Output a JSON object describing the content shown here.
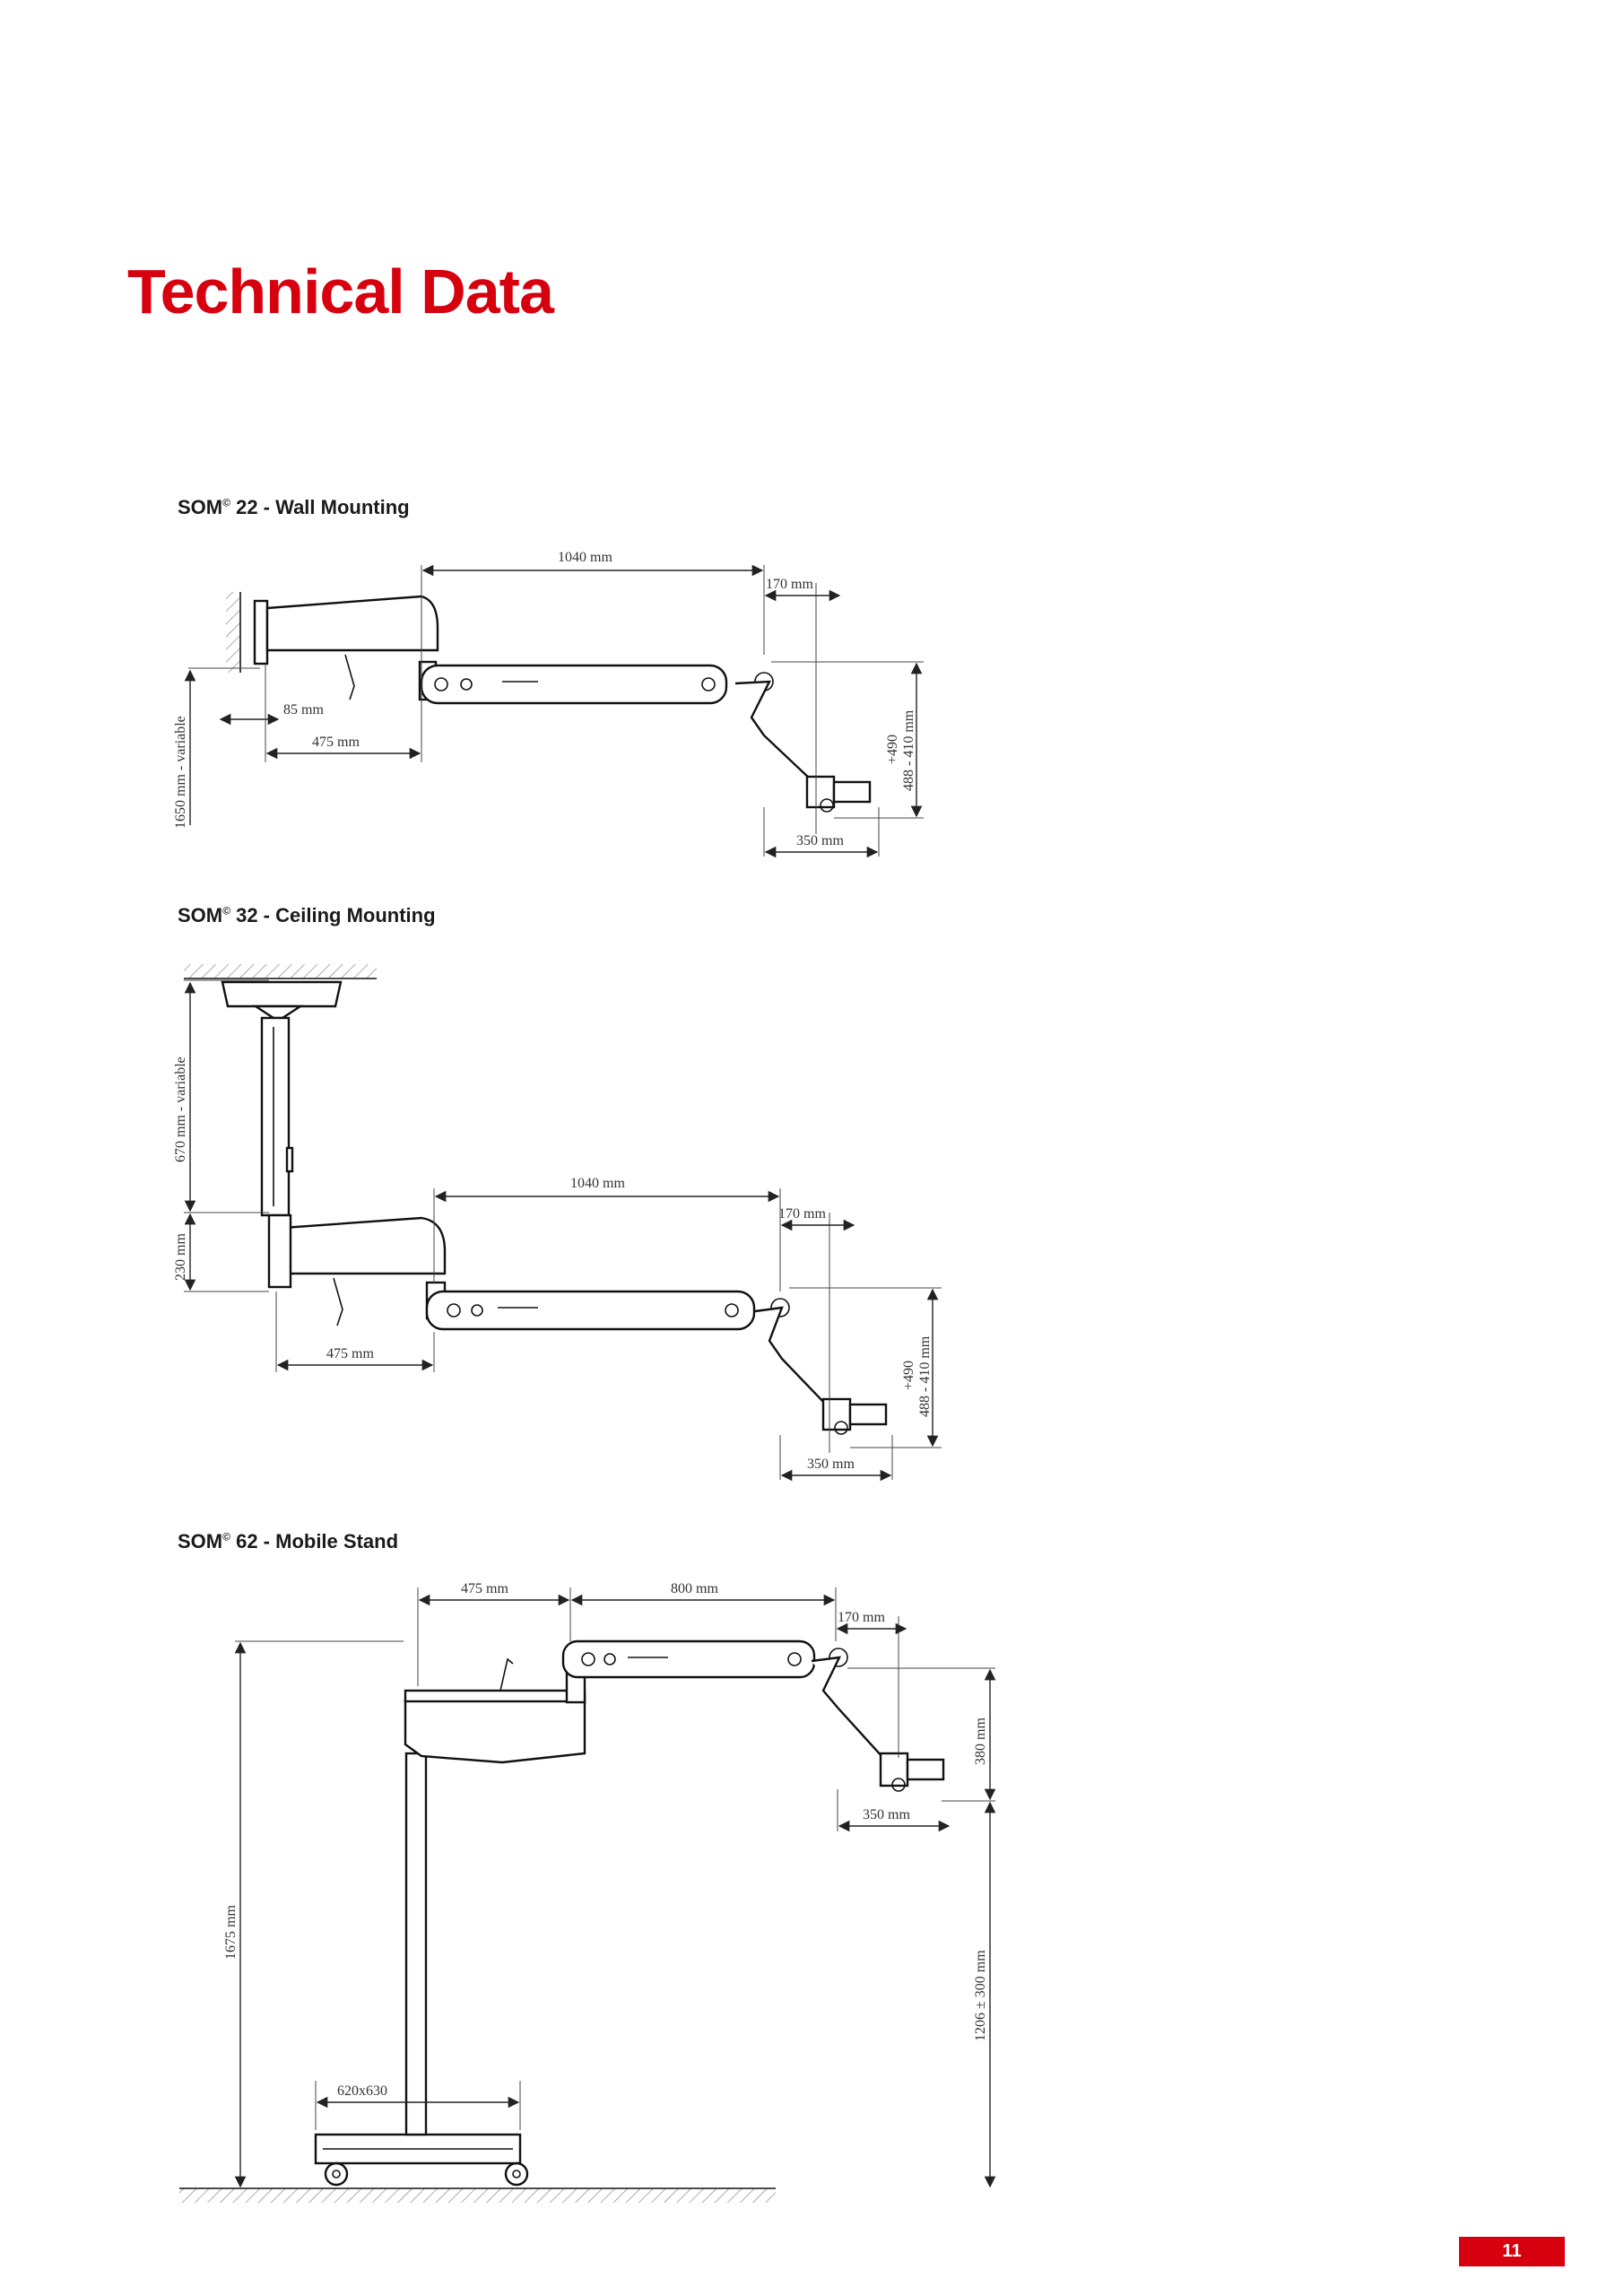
{
  "page": {
    "title": "Technical Data",
    "number": "11"
  },
  "sections": [
    {
      "name": "SOM",
      "model": "22 - Wall Mounting",
      "dims": {
        "arm": "1040 mm",
        "offset": "170 mm",
        "wall_gap": "85 mm",
        "base": "475 mm",
        "height": "1650 mm - variable",
        "travel": "+490",
        "range": "488 - 410 mm",
        "head": "350 mm"
      }
    },
    {
      "name": "SOM",
      "model": "32 - Ceiling Mounting",
      "dims": {
        "column": "670 mm - variable",
        "arm": "1040 mm",
        "offset": "170 mm",
        "body": "230 mm",
        "base": "475 mm",
        "travel": "+490",
        "range": "488 - 410 mm",
        "head": "350 mm"
      }
    },
    {
      "name": "SOM",
      "model": "62 - Mobile Stand",
      "dims": {
        "base": "475 mm",
        "arm": "800 mm",
        "offset": "170 mm",
        "total_height": "1675 mm",
        "head_height": "380 mm",
        "head": "350 mm",
        "working_height": "1206 ± 300 mm",
        "footprint": "620x630"
      }
    }
  ]
}
